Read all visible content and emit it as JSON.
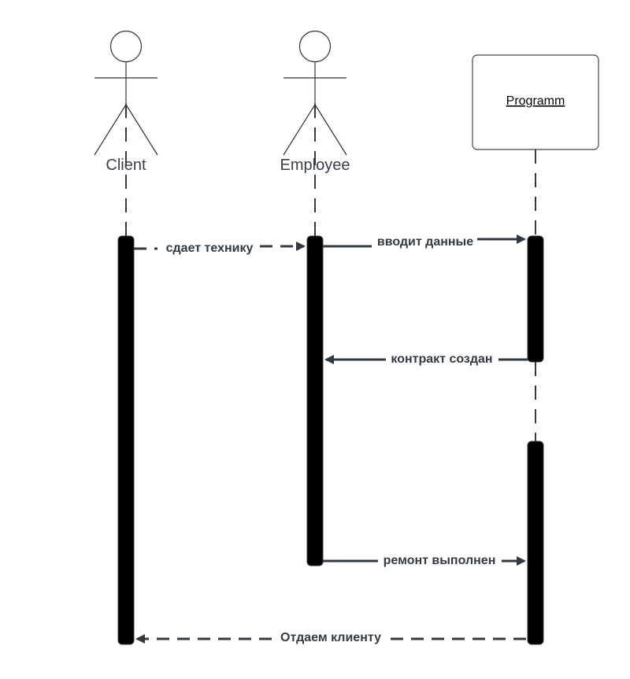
{
  "diagram": {
    "type": "sequence",
    "participants": [
      {
        "id": "client",
        "kind": "actor",
        "label": "Client"
      },
      {
        "id": "employee",
        "kind": "actor",
        "label": "Employee"
      },
      {
        "id": "programm",
        "kind": "object",
        "label": "Programm"
      }
    ],
    "messages": [
      {
        "from": "client",
        "to": "employee",
        "label": "сдает технику",
        "style": "dashed"
      },
      {
        "from": "employee",
        "to": "programm",
        "label": "вводит данные",
        "style": "solid"
      },
      {
        "from": "programm",
        "to": "employee",
        "label": "контракт создан",
        "style": "solid"
      },
      {
        "from": "employee",
        "to": "programm",
        "label": "ремонт выполнен",
        "style": "solid"
      },
      {
        "from": "programm",
        "to": "client",
        "label": "Отдаем клиенту",
        "style": "dashed"
      }
    ]
  },
  "colors": {
    "line": "#333a42",
    "activation": "#000000",
    "background": "#ffffff"
  }
}
